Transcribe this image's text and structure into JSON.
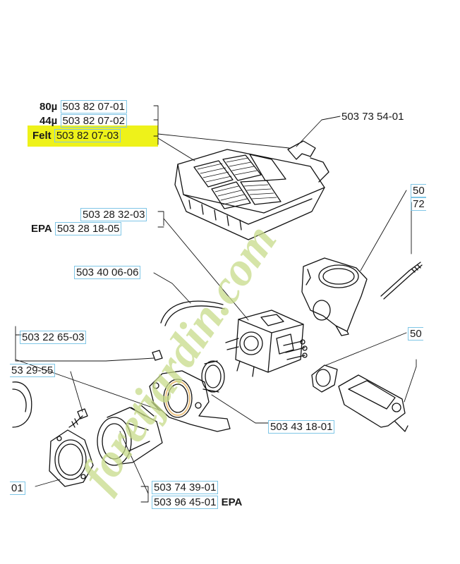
{
  "highlight_color": "#eef21a",
  "label_border_color": "#7fc6e6",
  "watermark": {
    "text": "foretjardin.com",
    "color": "#c8dc8a"
  },
  "labels": {
    "filter_80": {
      "prefix": "80µ",
      "part": "503 82 07-01"
    },
    "filter_44": {
      "prefix": "44µ",
      "part": "503 82 07-02"
    },
    "filter_felt": {
      "prefix": "Felt",
      "part": "503 82 07-03"
    },
    "clip": "503 73 54-01",
    "carb_a": "503 28 32-03",
    "carb_epa": {
      "prefix": "EPA",
      "part": "503 28 18-05"
    },
    "hose": "503 40 06-06",
    "gasket": "503 22 65-03",
    "left_partial": "53 29-55",
    "ring": "503 43 18-01",
    "intake_a": "503 74 39-01",
    "intake_epa": {
      "part": "503 96 45-01",
      "suffix": "EPA"
    },
    "bottom_left_partial": "01",
    "right_1": "50",
    "right_2": "72",
    "right_3": "50"
  }
}
